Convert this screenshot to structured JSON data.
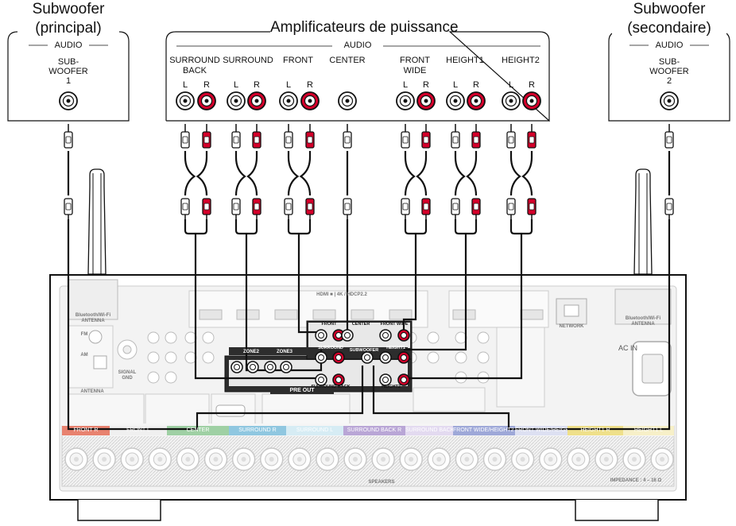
{
  "sub_main": {
    "title_line1": "Subwoofer",
    "title_line2": "(principal)",
    "audio": "AUDIO",
    "jack_line1": "SUB-",
    "jack_line2": "WOOFER",
    "jack_line3": "1"
  },
  "sub_second": {
    "title_line1": "Subwoofer",
    "title_line2": "(secondaire)",
    "audio": "AUDIO",
    "jack_line1": "SUB-",
    "jack_line2": "WOOFER",
    "jack_line3": "2"
  },
  "amp": {
    "title": "Amplificateurs de puissance",
    "audio": "AUDIO",
    "L": "L",
    "R": "R",
    "channels": [
      {
        "line1": "SURROUND",
        "line2": "BACK"
      },
      {
        "line1": "SURROUND",
        "line2": ""
      },
      {
        "line1": "FRONT",
        "line2": ""
      },
      {
        "line1": "CENTER",
        "line2": ""
      },
      {
        "line1": "FRONT",
        "line2": "WIDE"
      },
      {
        "line1": "HEIGHT1",
        "line2": ""
      },
      {
        "line1": "HEIGHT2",
        "line2": ""
      }
    ]
  },
  "receiver": {
    "bt_left": "Bluetooth/Wi-Fi ANTENNA",
    "bt_right": "Bluetooth/Wi-Fi ANTENNA",
    "hdmi_header": "HDMI ■ | 4K / HDCP2.2",
    "network": "NETWORK",
    "ac_in": "AC IN",
    "antenna": "ANTENNA",
    "fm": "FM",
    "am": "AM",
    "signal_gnd": "SIGNAL GND",
    "zone2": "ZONE2",
    "zone3": "ZONE3",
    "pre_out": "PRE OUT",
    "preout_labels": {
      "front": "FRONT",
      "center": "CENTER",
      "front_wide": "FRONT WIDE",
      "surround": "SURROUND",
      "subwoofer": "SUBWOOFER",
      "height1": "HEIGHT1",
      "surround_back": "SURROUND BACK",
      "height2": "HEIGHT2"
    },
    "speakers": "SPEAKERS",
    "impedance": "IMPEDANCE : 4 – 16 Ω",
    "speaker_labels": [
      "FRONT R",
      "FRONT L",
      "CENTER",
      "SURROUND R",
      "SURROUND L",
      "SURROUND BACK R",
      "SURROUND BACK L",
      "FRONT WIDE/HEIGHT2 R",
      "FRONT WIDE/HEIGHT2 L",
      "HEIGHT1 R",
      "HEIGHT1 L"
    ]
  },
  "colors": {
    "red": "#d4002a",
    "line": "#111111",
    "gray": "#9a9a9a",
    "front_r": "#e8826f",
    "center": "#9fd0a4",
    "surround": "#8fc7e0",
    "surround_back": "#b9a6d6",
    "front_wide": "#9ea8d8",
    "height1": "#efe08a"
  }
}
